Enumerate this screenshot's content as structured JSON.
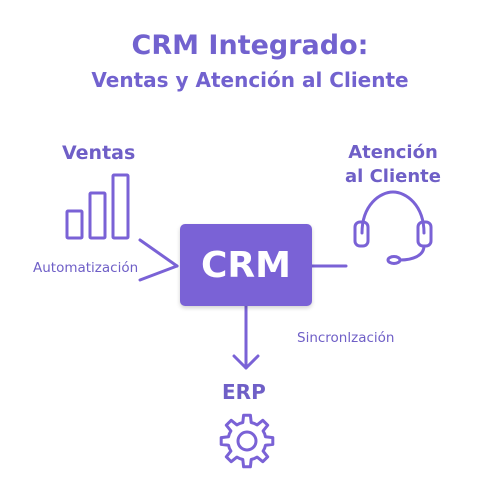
{
  "title": {
    "line1": "CRM Integrado:",
    "line2": "Ventas y Atención al Cliente"
  },
  "nodes": {
    "ventas": "Ventas",
    "atencion_line1": "Atención",
    "atencion_line2": "al Cliente",
    "crm": "CRM",
    "erp": "ERP"
  },
  "edges": {
    "automatizacion": "Automatización",
    "sincronizacion": "Sincronlzación"
  },
  "icons": {
    "ventas": "bar-chart-icon",
    "atencion": "headset-icon",
    "erp": "gear-icon"
  },
  "colors": {
    "accent": "#7a62d6",
    "text": "#6f5fc7"
  }
}
